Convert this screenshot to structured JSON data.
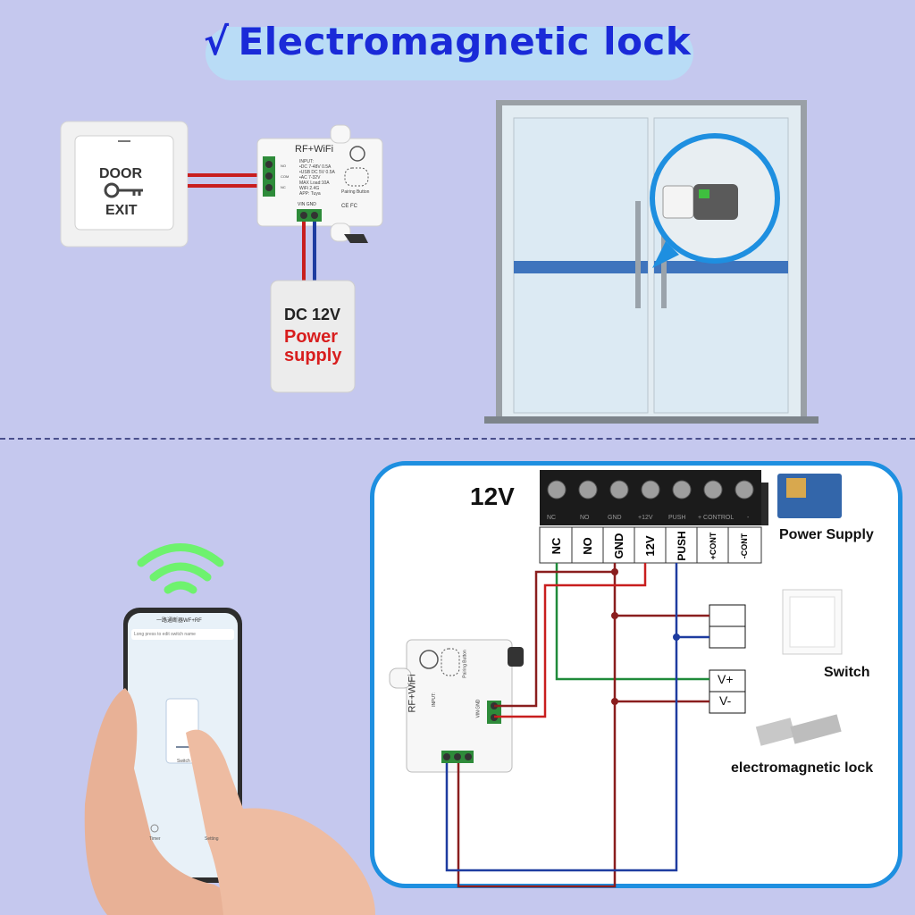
{
  "title": {
    "check": "√",
    "text": "Electromagnetic  lock"
  },
  "exit_button": {
    "line1": "DOOR",
    "line2": "EXIT"
  },
  "module_top": {
    "name": "RF+WiFi",
    "specs": [
      "INPUT:",
      "•DC 7-48V 0.5A",
      "•USB DC 5V 0.5A",
      "•AC 7-32V",
      "MAX Load:10A",
      "WiFi 2.4G",
      "APP: Tuya"
    ],
    "pairing": "Pairing Button",
    "terminals": [
      "NO",
      "COM",
      "NC"
    ],
    "power_terminals": "VIN GND",
    "cert": "CE FC"
  },
  "power_supply": {
    "line1": "DC 12V",
    "line2": "Power",
    "line3": "supply"
  },
  "circuit": {
    "voltage": "12V",
    "terminals": [
      "NC",
      "NO",
      "GND",
      "12V",
      "PUSH",
      "+CONT",
      "-CONT"
    ],
    "strip_labels": [
      "NC",
      "NO",
      "GND",
      "+12V",
      "PUSH",
      "+ CONTROL",
      "-"
    ],
    "power_supply_label": "Power Supply",
    "switch_label": "Switch",
    "lock_label": "electromagnetic lock",
    "vplus": "V+",
    "vminus": "V-"
  },
  "phone": {
    "app_title": "一路通断器WF+RF",
    "hint": "Long press to edit switch name",
    "switch_label": "Switch",
    "timer": "Timer",
    "setting": "Setting"
  },
  "colors": {
    "red_wire": "#c81e1e",
    "blue_wire": "#1e3ca0",
    "green_wire": "#1f8a3a",
    "dark_red_wire": "#8a1e1e",
    "panel_border": "#1e8fe0",
    "title_blue": "#1a2ad8",
    "background": "#c5c8ee"
  }
}
